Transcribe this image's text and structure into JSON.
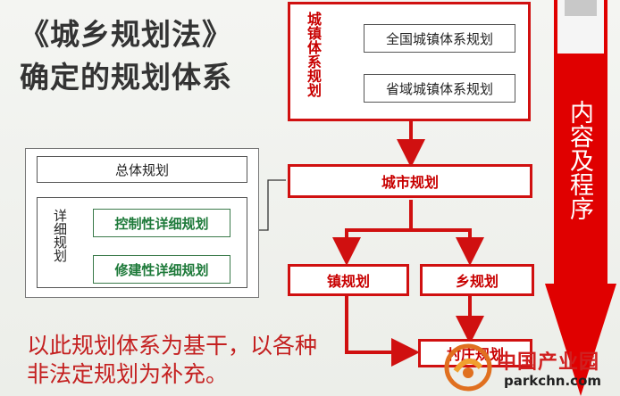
{
  "title_line1": "《城乡规划法》",
  "title_line2": "确定的规划体系",
  "urban_town_system": {
    "label": "城镇体系规划",
    "national": "全国城镇体系规划",
    "provincial": "省域城镇体系规划"
  },
  "city_plan": "城市规划",
  "town_plan": "镇规划",
  "township_plan": "乡规划",
  "village_plan": "村庄规划",
  "overall_plan": "总体规划",
  "detailed_plan": {
    "label": "详细规划",
    "regulatory": "控制性详细规划",
    "constructive": "修建性详细规划"
  },
  "content_and_procedure": "内容及程序",
  "note": "以此规划体系为基干，以各种非法定规划为补充。",
  "logo": {
    "text": "中国产业园",
    "url": "parkchn.com"
  },
  "colors": {
    "red": "#d01010",
    "green": "#1e7a3a"
  }
}
